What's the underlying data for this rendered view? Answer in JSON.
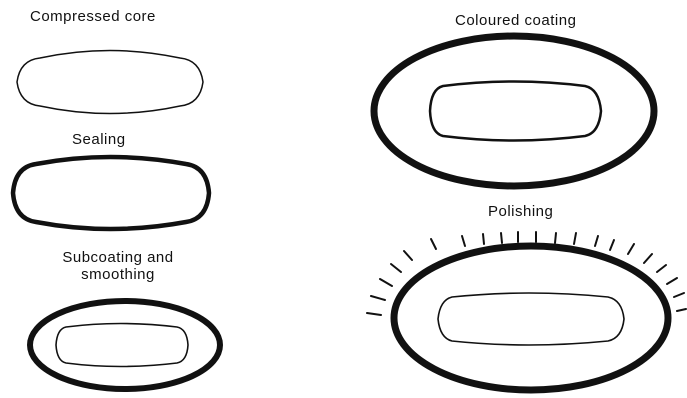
{
  "stages": {
    "compressed_core": {
      "label": "Compressed core"
    },
    "sealing": {
      "label": "Sealing"
    },
    "subcoating": {
      "label_line1": "Subcoating and",
      "label_line2": "smoothing"
    },
    "coloured_coating": {
      "label": "Coloured coating"
    },
    "polishing": {
      "label": "Polishing"
    }
  },
  "colors": {
    "ink": "#111111",
    "background": "#ffffff"
  }
}
